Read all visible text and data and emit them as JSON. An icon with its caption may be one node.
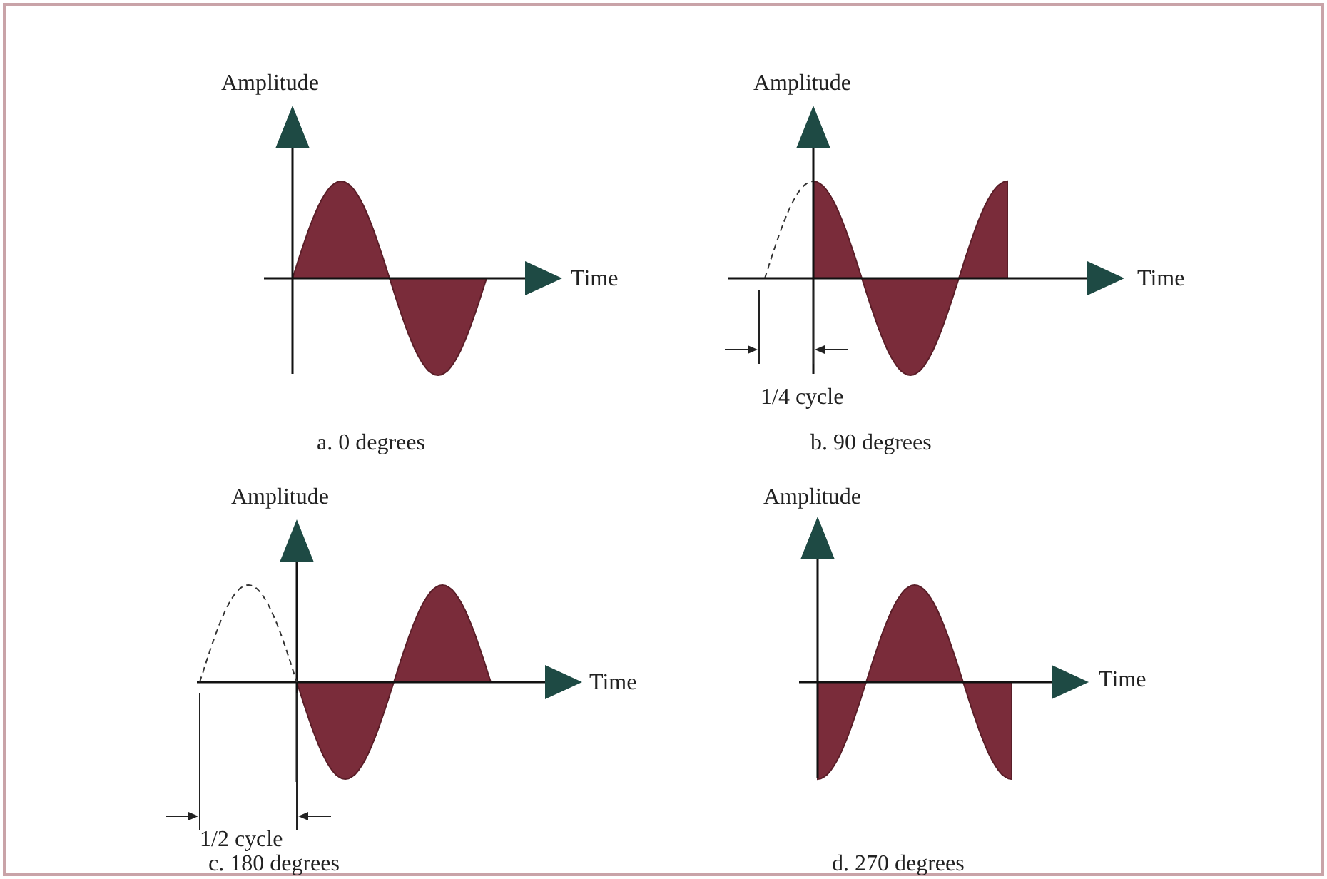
{
  "diagram": {
    "labels": [
      "Amplitude",
      "Amplitude",
      "Time",
      "Time",
      "1/4 cycle",
      "a. 0 degrees",
      "b. 90 degrees",
      "Amplitude",
      "Amplitude",
      "Time",
      "Time",
      "1/2 cycle",
      "c. 180 degrees",
      "d. 270 degrees"
    ]
  }
}
